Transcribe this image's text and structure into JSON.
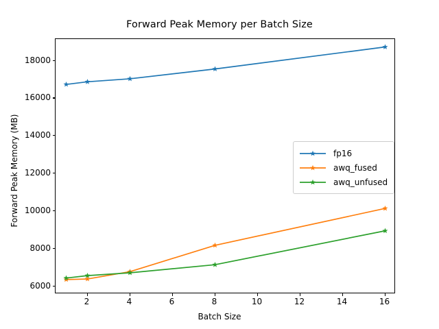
{
  "chart_data": {
    "type": "line",
    "title": "Forward Peak Memory per Batch Size",
    "xlabel": "Batch Size",
    "ylabel": "Forward Peak Memory (MB)",
    "x": [
      1,
      2,
      4,
      8,
      16
    ],
    "xlim": [
      0.5,
      16.5
    ],
    "ylim": [
      5600,
      19150
    ],
    "xticks": [
      2,
      4,
      6,
      8,
      10,
      12,
      14,
      16
    ],
    "xtick_labels": [
      "2",
      "4",
      "6",
      "8",
      "10",
      "12",
      "14",
      "16"
    ],
    "yticks": [
      6000,
      8000,
      10000,
      12000,
      14000,
      16000,
      18000
    ],
    "ytick_labels": [
      "6000",
      "8000",
      "10000",
      "12000",
      "14000",
      "16000",
      "18000"
    ],
    "grid": false,
    "marker": "star",
    "legend_position": "center right",
    "series": [
      {
        "name": "fp16",
        "color": "#1f77b4",
        "values": [
          16740,
          16880,
          17040,
          17560,
          18730
        ]
      },
      {
        "name": "awq_fused",
        "color": "#ff7f0e",
        "values": [
          6370,
          6400,
          6790,
          8190,
          10150
        ]
      },
      {
        "name": "awq_unfused",
        "color": "#2ca02c",
        "values": [
          6450,
          6580,
          6730,
          7160,
          8960
        ]
      }
    ]
  },
  "legend": {
    "items": [
      {
        "label": "fp16"
      },
      {
        "label": "awq_fused"
      },
      {
        "label": "awq_unfused"
      }
    ]
  }
}
